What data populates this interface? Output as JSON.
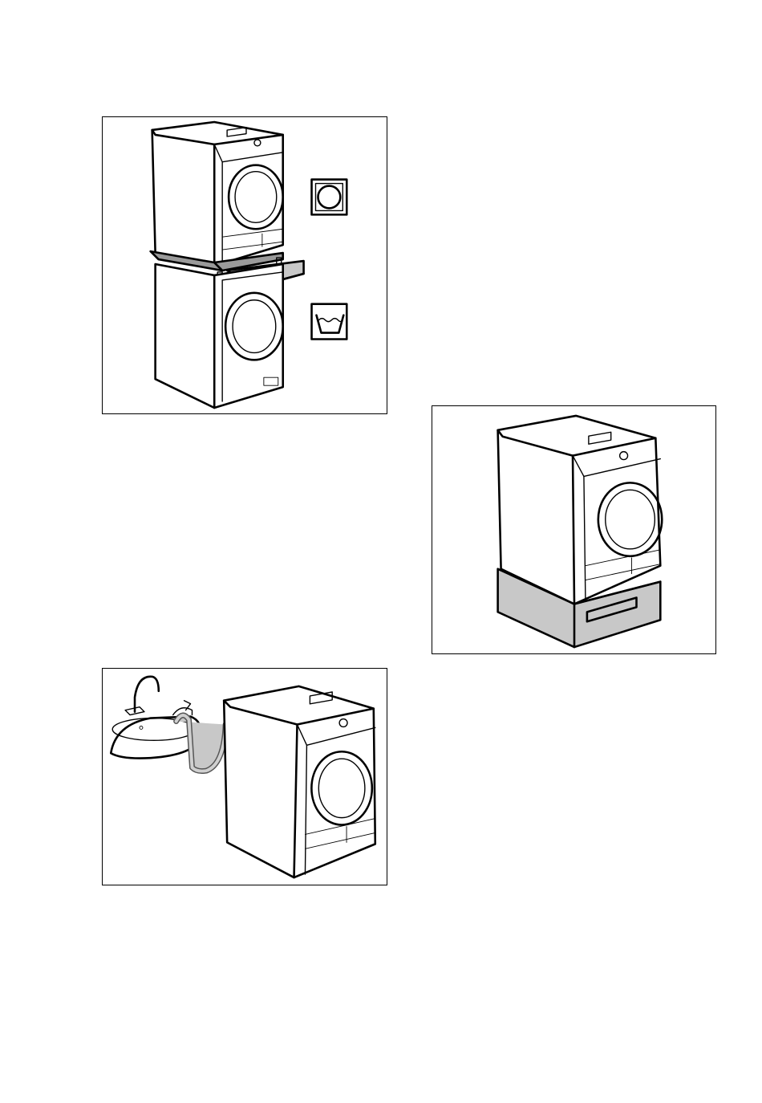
{
  "figures": [
    {
      "id": "stacking-kit",
      "icons": [
        "tumble-dryer-symbol-icon",
        "washing-machine-symbol-icon"
      ]
    },
    {
      "id": "pedestal-drawer",
      "icons": []
    },
    {
      "id": "drain-hose-sink",
      "icons": []
    }
  ]
}
